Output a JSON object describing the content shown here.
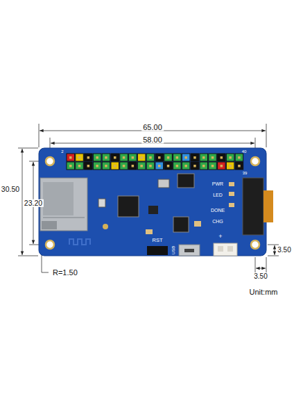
{
  "diagram": {
    "labels": [
      "65.00",
      "58.00",
      "30.50",
      "23.20",
      "R=1.50",
      "3.50",
      "3.50",
      "Unit:mm",
      "2",
      "40",
      "39",
      "PWR",
      "LED",
      "DONE",
      "CHG",
      "RST",
      "USB",
      "+"
    ]
  }
}
